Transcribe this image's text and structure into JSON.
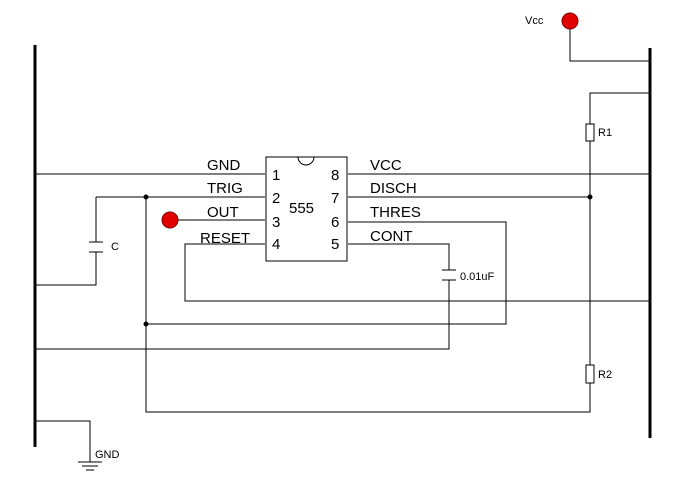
{
  "diagram": {
    "chip": {
      "name": "555",
      "pins_left": [
        {
          "label": "GND",
          "number": "1"
        },
        {
          "label": "TRIG",
          "number": "2"
        },
        {
          "label": "OUT",
          "number": "3"
        },
        {
          "label": "RESET",
          "number": "4"
        }
      ],
      "pins_right": [
        {
          "label": "VCC",
          "number": "8"
        },
        {
          "label": "DISCH",
          "number": "7"
        },
        {
          "label": "THRES",
          "number": "6"
        },
        {
          "label": "CONT",
          "number": "5"
        }
      ]
    },
    "supply_label": "Vcc",
    "ground_label": "GND",
    "resistor_top": "R1",
    "resistor_bottom": "R2",
    "cap_timing": "C",
    "cap_control": "0.01uF",
    "colors": {
      "wire": "#000000",
      "terminal": "#e00000",
      "terminal_outline": "#800000"
    }
  }
}
